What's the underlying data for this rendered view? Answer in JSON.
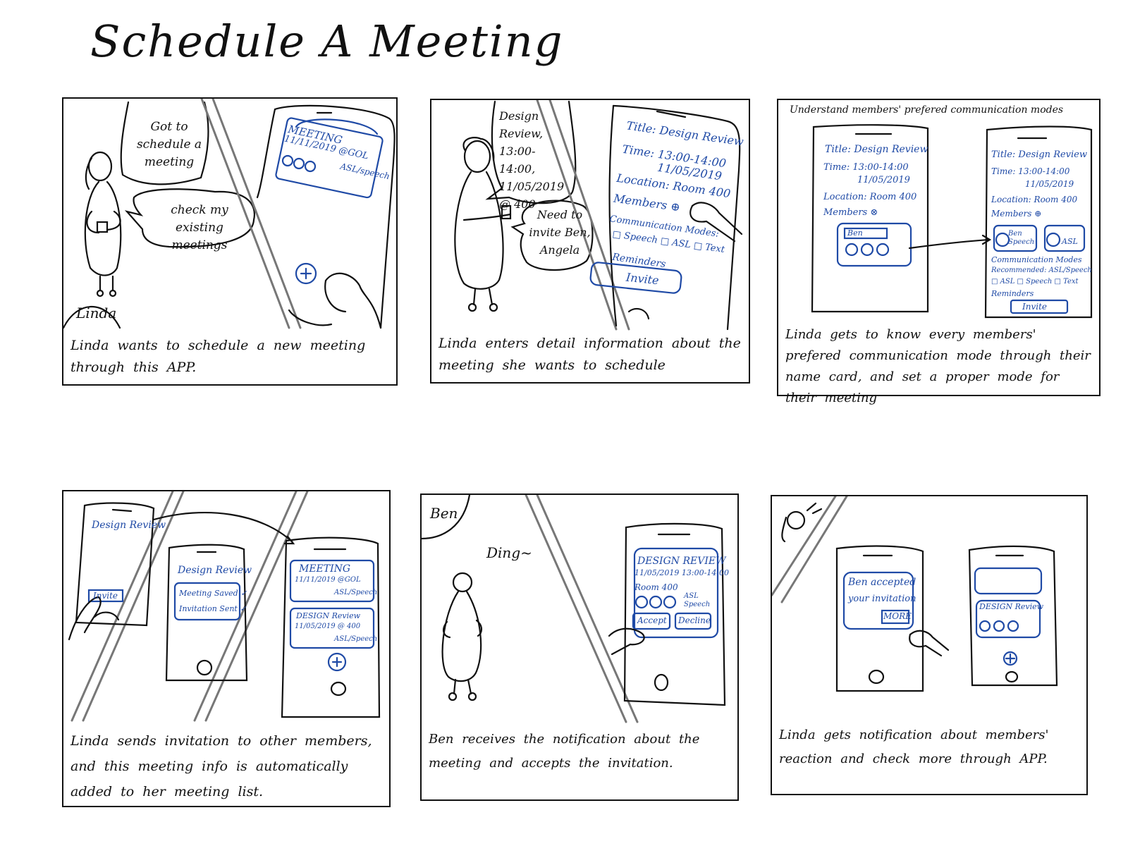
{
  "title": "Schedule A Meeting",
  "colors": {
    "ink": "#111111",
    "phone_ink": "#1f4aa6"
  },
  "panels": [
    {
      "caption": "Linda wants to schedule a new meeting through this APP.",
      "bubble_1": "Got to schedule a meeting",
      "bubble_2": "check my existing meetings",
      "name_tag": "Linda",
      "phone": {
        "card_title": "MEETING",
        "card_line": "11/11/2019 @GOL",
        "card_mode": "ASL/speech"
      }
    },
    {
      "caption": "Linda enters detail information about the meeting she wants to schedule",
      "bubble_1": "Design Review, 13:00-14:00, 11/05/2019 @ 400",
      "bubble_2": "Need to invite Ben, Angela",
      "phone": {
        "title_line": "Title: Design Review",
        "time_line": "Time: 13:00-14:00",
        "date_line": "11/05/2019",
        "location_line": "Location: Room 400",
        "members_line": "Members ⊕",
        "modes_line": "Communication Modes:",
        "modes_options": "□ Speech □ ASL □ Text",
        "reminders_line": "Reminders",
        "invite_button": "Invite"
      }
    },
    {
      "header": "Understand members' prefered communication modes",
      "caption": "Linda gets to know every members' prefered communication mode through their name card, and set a proper mode for their meeting",
      "phone_left": {
        "title_line": "Title: Design Review",
        "time_line": "Time: 13:00-14:00",
        "date_line": "11/05/2019",
        "location_line": "Location: Room 400",
        "members_line": "Members ⊗",
        "member_card_name": "Ben"
      },
      "phone_right": {
        "title_line": "Title: Design Review",
        "time_line": "Time: 13:00-14:00",
        "date_line": "11/05/2019",
        "location_line": "Location: Room 400",
        "members_line": "Members ⊕",
        "member_1": "Ben Speech",
        "member_2": "ASL",
        "modes_line": "Communication Modes",
        "recommended": "Recommended: ASL/Speech",
        "modes_options": "□ ASL □ Speech □ Text",
        "reminders_line": "Reminders",
        "invite_button": "Invite"
      }
    },
    {
      "caption": "Linda sends invitation to other members, and this meeting info is automatically added to her meeting list.",
      "phone_1": {
        "title": "Design Review",
        "invite_button": "Invite"
      },
      "phone_2": {
        "title": "Design Review",
        "status_1": "Meeting Saved ✓",
        "status_2": "Invitation Sent ✓"
      },
      "phone_3": {
        "card_1_title": "MEETING",
        "card_1_line": "11/11/2019 @GOL",
        "card_1_mode": "ASL/Speech",
        "card_2_title": "DESIGN Review",
        "card_2_line": "11/05/2019 @ 400",
        "card_2_mode": "ASL/Speech"
      }
    },
    {
      "caption": "Ben receives the notification about the meeting and accepts the invitation.",
      "name_tag": "Ben",
      "sound": "Ding~",
      "phone": {
        "card_title": "DESIGN REVIEW",
        "card_line": "11/05/2019 13:00-14:00",
        "card_room": "Room 400",
        "card_mode": "ASL Speech",
        "accept_button": "Accept",
        "decline_button": "Decline"
      }
    },
    {
      "caption": "Linda gets notification about members' reaction and check more through APP.",
      "phone_1": {
        "notice_line_1": "Ben accepted",
        "notice_line_2": "your invitation",
        "more_button": "MORE"
      },
      "phone_2": {
        "card_title": "DESIGN Review"
      }
    }
  ]
}
